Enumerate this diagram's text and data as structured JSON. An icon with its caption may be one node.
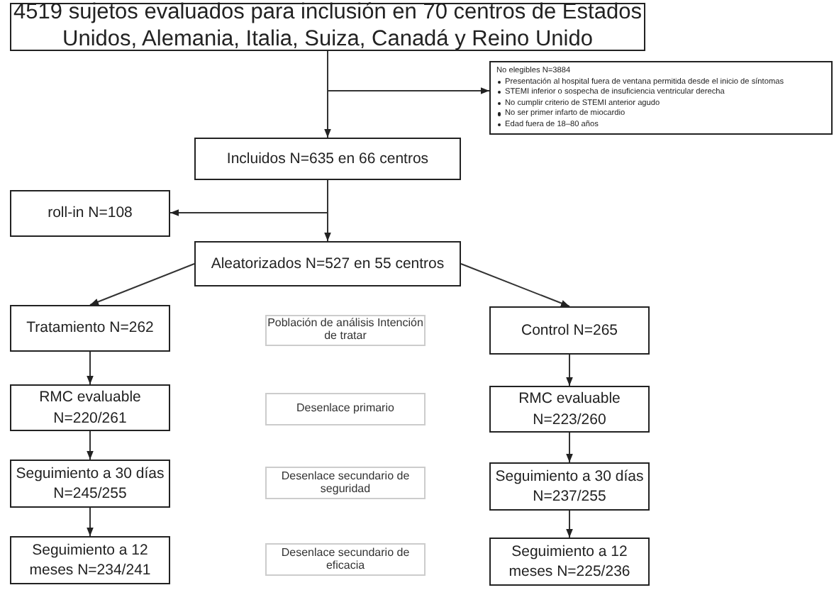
{
  "diagram": {
    "nodes": [
      {
        "text": [
          "4519 sujetos evaluados para inclusión en 70 centros de Estados Unidos, Alemania, Italia, Suiza, Canadá y Reino Unido"
        ]
      },
      {
        "text": [
          "No elegibles N=3884",
          "Presentación al hospital fuera de ventana permitida desde el inicio de síntomas",
          "STEMI inferior o sospecha de insuficiencia ventricular derecha",
          "No cumplir criterio de STEMI anterior agudo",
          "No ser primer infarto de miocardio",
          "Edad fuera de 18–80 años"
        ]
      },
      {
        "text": [
          "Incluidos N=635 en 66 centros"
        ]
      },
      {
        "text": [
          "roll-in N=108"
        ]
      },
      {
        "text": [
          "Aleatorizados N=527 en 55 centros"
        ]
      },
      {
        "text": [
          "Tratamiento N=262"
        ]
      },
      {
        "text": [
          "Población de análisis Intención de tratar"
        ]
      },
      {
        "text": [
          "Control N=265"
        ]
      },
      {
        "text": [
          "RMC evaluable N=220/261"
        ]
      },
      {
        "text": [
          "Desenlace primario"
        ]
      },
      {
        "text": [
          "RMC evaluable N=223/260"
        ]
      },
      {
        "text": [
          "Seguimiento a 30 días N=245/255"
        ]
      },
      {
        "text": [
          "Desenlace secundario de seguridad"
        ]
      },
      {
        "text": [
          "Seguimiento a 30 días N=237/255"
        ]
      },
      {
        "text": [
          "Seguimiento a 12 meses N=234/241"
        ]
      },
      {
        "text": [
          "Desenlace secundario de eficacia"
        ]
      },
      {
        "text": [
          "Seguimiento a 12 meses N=225/236"
        ]
      }
    ],
    "edges": [
      {
        "from": 0,
        "to": 2,
        "arrow": "to"
      },
      {
        "from": 0,
        "to": 1,
        "arrow": "to"
      },
      {
        "from": 2,
        "to": 4,
        "arrow": "to"
      },
      {
        "from": 2,
        "to": 3,
        "arrow": "to"
      },
      {
        "from": 4,
        "to": 5,
        "arrow": "to"
      },
      {
        "from": 4,
        "to": 7,
        "arrow": "to"
      },
      {
        "from": 5,
        "to": 8,
        "arrow": "to"
      },
      {
        "from": 8,
        "to": 11,
        "arrow": "to"
      },
      {
        "from": 11,
        "to": 14,
        "arrow": "to"
      },
      {
        "from": 7,
        "to": 10,
        "arrow": "to"
      },
      {
        "from": 10,
        "to": 13,
        "arrow": "to"
      },
      {
        "from": 13,
        "to": 16,
        "arrow": "to"
      }
    ]
  }
}
